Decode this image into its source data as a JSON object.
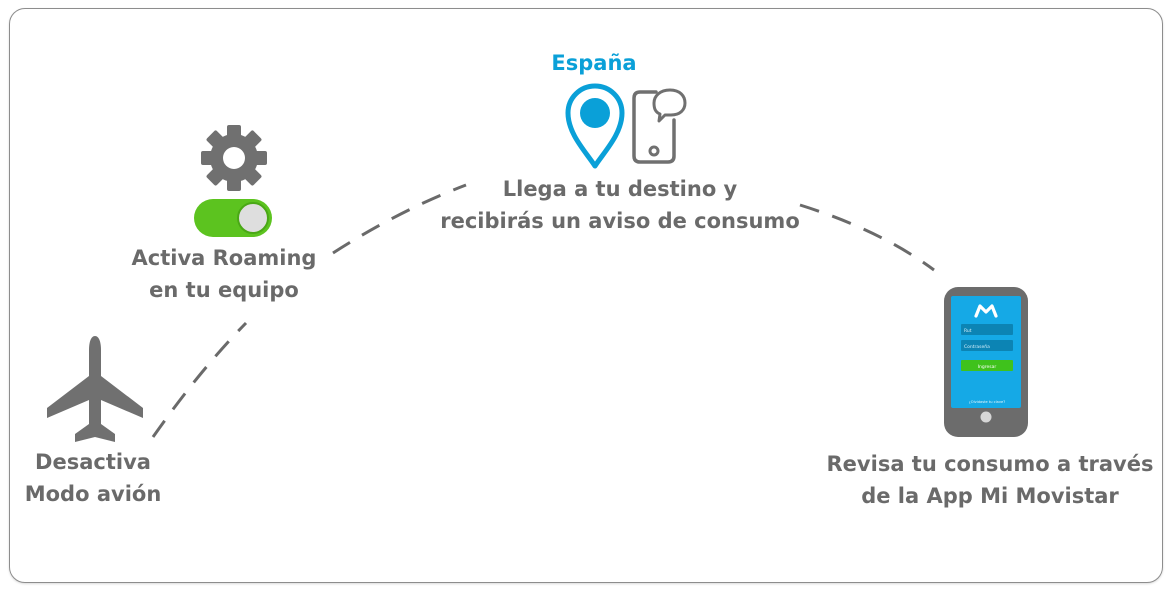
{
  "steps": {
    "airplane_mode": {
      "line1": "Desactiva",
      "line2": "Modo avión"
    },
    "roaming": {
      "line1": "Activa Roaming",
      "line2": "en tu equipo"
    },
    "destination": {
      "country": "España",
      "line1": "Llega a tu destino y",
      "line2": "recibirás un aviso de consumo"
    },
    "app": {
      "line1": "Revisa tu consumo a través",
      "line2": "de la App Mi Movistar"
    }
  },
  "phone_app": {
    "field1": "Rut",
    "field2": "Contraseña",
    "button": "Ingresar",
    "footer": "¿Olvidaste tu clave?"
  },
  "colors": {
    "text_gray": "#6a6a6a",
    "icon_gray": "#707070",
    "accent_blue": "#0aa0d8",
    "toggle_green": "#5cc31f",
    "dash_gray": "#6a6a6a"
  }
}
